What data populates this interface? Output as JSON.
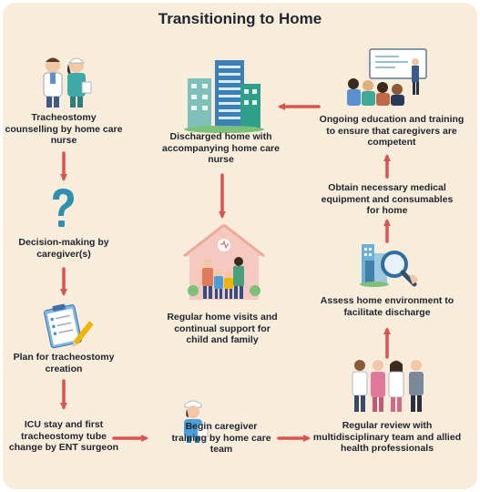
{
  "title": "Transitioning to Home",
  "colors": {
    "background": "#f8ecda",
    "arrow": "#d9534f",
    "text": "#1f2430"
  },
  "steps": [
    {
      "label": "Tracheostomy counselling by home care nurse",
      "icon": "doctor-and-nurse-illustration"
    },
    {
      "label": "Decision-making by caregiver(s)",
      "icon": "question-mark-icon"
    },
    {
      "label": "Plan for tracheostomy creation",
      "icon": "clipboard-plan-icon"
    },
    {
      "label": "ICU stay and first tracheostomy tube change by ENT surgeon",
      "icon": "none"
    },
    {
      "label": "Begin caregiver training by home care team",
      "icon": "nurse-illustration"
    },
    {
      "label": "Regular review with multidisciplinary team and allied health professionals",
      "icon": "medical-team-illustration"
    },
    {
      "label": "Assess home environment to facilitate discharge",
      "icon": "magnifier-buildings-icon"
    },
    {
      "label": "Obtain necessary medical equipment and consumables for home",
      "icon": "none"
    },
    {
      "label": "Ongoing education and training to ensure that caregivers are competent",
      "icon": "classroom-illustration"
    },
    {
      "label": "Discharged home with accompanying home care nurse",
      "icon": "apartment-buildings-illustration"
    },
    {
      "label": "Regular home visits and continual support for child and family",
      "icon": "family-house-illustration"
    }
  ]
}
